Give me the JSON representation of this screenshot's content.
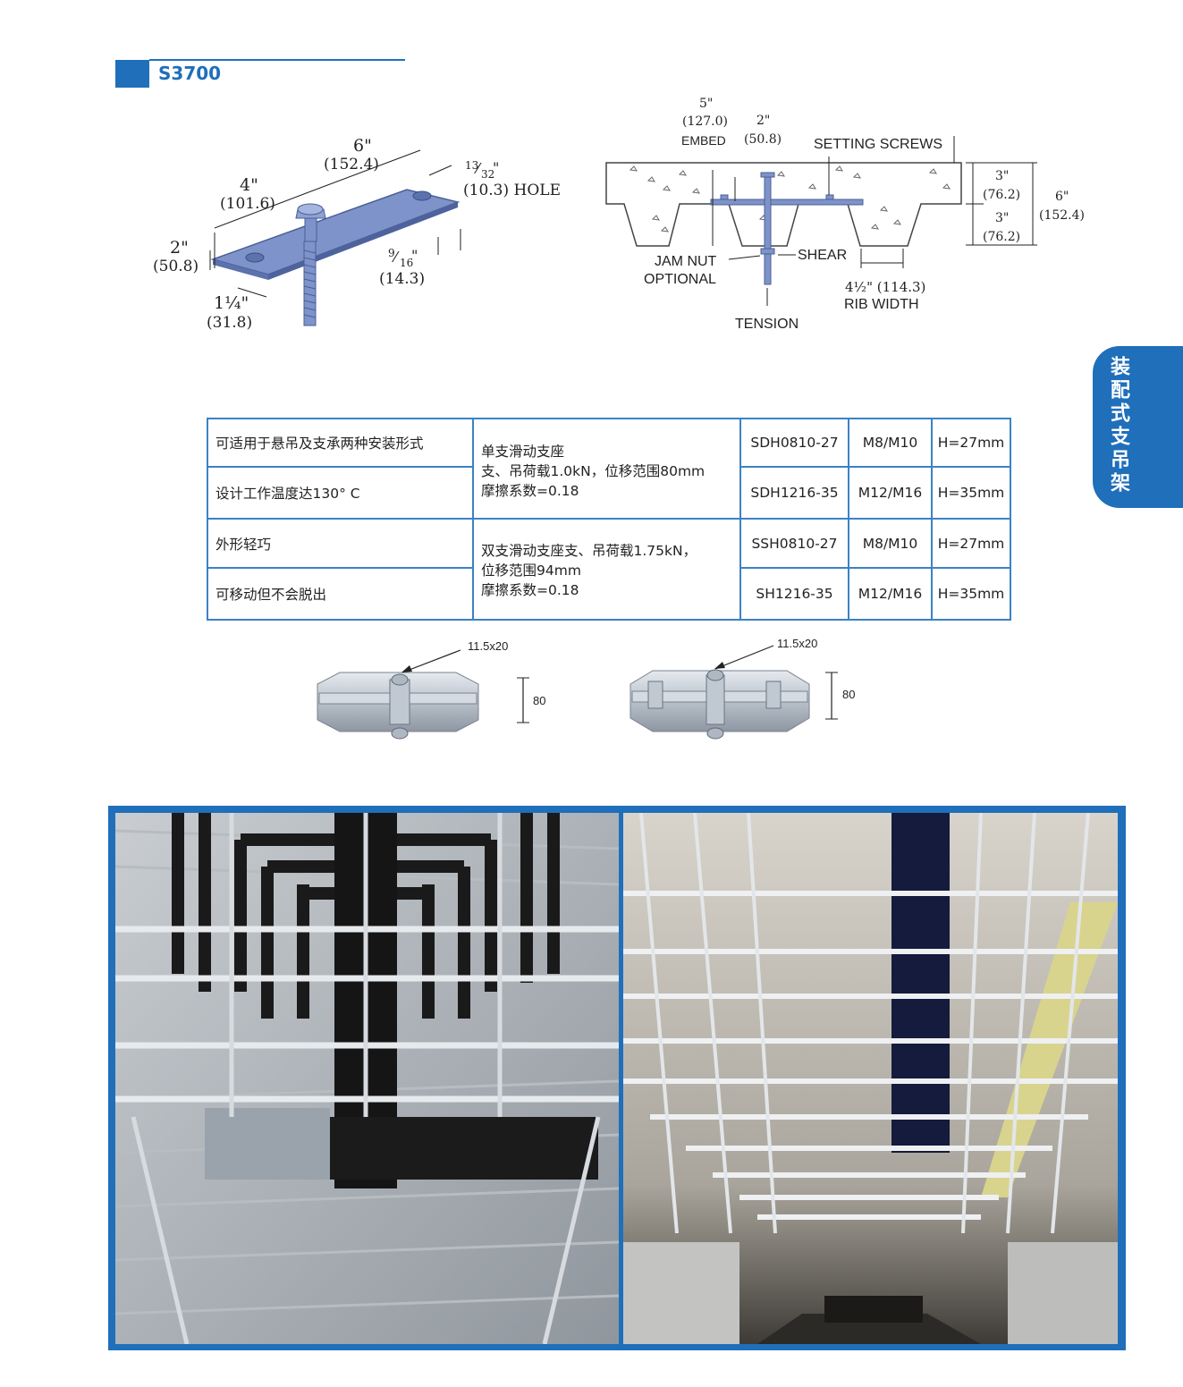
{
  "header": {
    "title": "S3700"
  },
  "side_tab": {
    "label": "装配式支吊架"
  },
  "plate_drawing": {
    "len_in": "6\"",
    "len_mm": "(152.4)",
    "hole_pos_in": "4\"",
    "hole_pos_mm": "(101.6)",
    "hole_label": "(10.3) HOLE",
    "hole_frac_num": "13",
    "hole_frac_den": "32",
    "hole_frac_unit": "\"",
    "height_in": "2\"",
    "height_mm": "(50.8)",
    "edge_in": "1¼\"",
    "edge_mm": "(31.8)",
    "thick_frac_num": "9",
    "thick_frac_den": "16",
    "thick_unit": "\"",
    "thick_mm": "(14.3)"
  },
  "deck_drawing": {
    "embed_in": "5\"",
    "embed_mm": "(127.0)",
    "embed_label": "EMBED",
    "dim2_in": "2\"",
    "dim2_mm": "(50.8)",
    "setting_screws": "SETTING SCREWS",
    "top3_in": "3\"",
    "top3_mm": "(76.2)",
    "bot3_in": "3\"",
    "bot3_mm": "(76.2)",
    "total_in": "6\"",
    "total_mm": "(152.4)",
    "jam_nut": "JAM NUT",
    "optional": "OPTIONAL",
    "shear": "SHEAR",
    "rib_in": "4½\" (114.3)",
    "rib_width": "RIB WIDTH",
    "tension": "TENSION"
  },
  "table": {
    "rows": [
      {
        "feature": "可适用于悬吊及支承两种安装形式",
        "model": "SDH0810-27",
        "thread": "M8/M10",
        "height": "H=27mm"
      },
      {
        "feature": "设计工作温度达130° C",
        "model": "SDH1216-35",
        "thread": "M12/M16",
        "height": "H=35mm"
      },
      {
        "feature": "外形轻巧",
        "model": "SSH0810-27",
        "thread": "M8/M10",
        "height": "H=27mm"
      },
      {
        "feature": "可移动但不会脱出",
        "model": "SH1216-35",
        "thread": "M12/M16",
        "height": "H=35mm"
      }
    ],
    "groups": [
      {
        "desc_line1": "单支滑动支座",
        "desc_line2": "支、吊荷载1.0kN，位移范围80mm",
        "desc_line3": "摩擦系数=0.18"
      },
      {
        "desc_line1": "双支滑动支座支、吊荷载1.75kN，",
        "desc_line2": "位移范围94mm",
        "desc_line3": "摩擦系数=0.18"
      }
    ]
  },
  "supports": [
    {
      "slot": "11.5x20",
      "height": "80"
    },
    {
      "slot": "11.5x20",
      "height": "80"
    }
  ]
}
